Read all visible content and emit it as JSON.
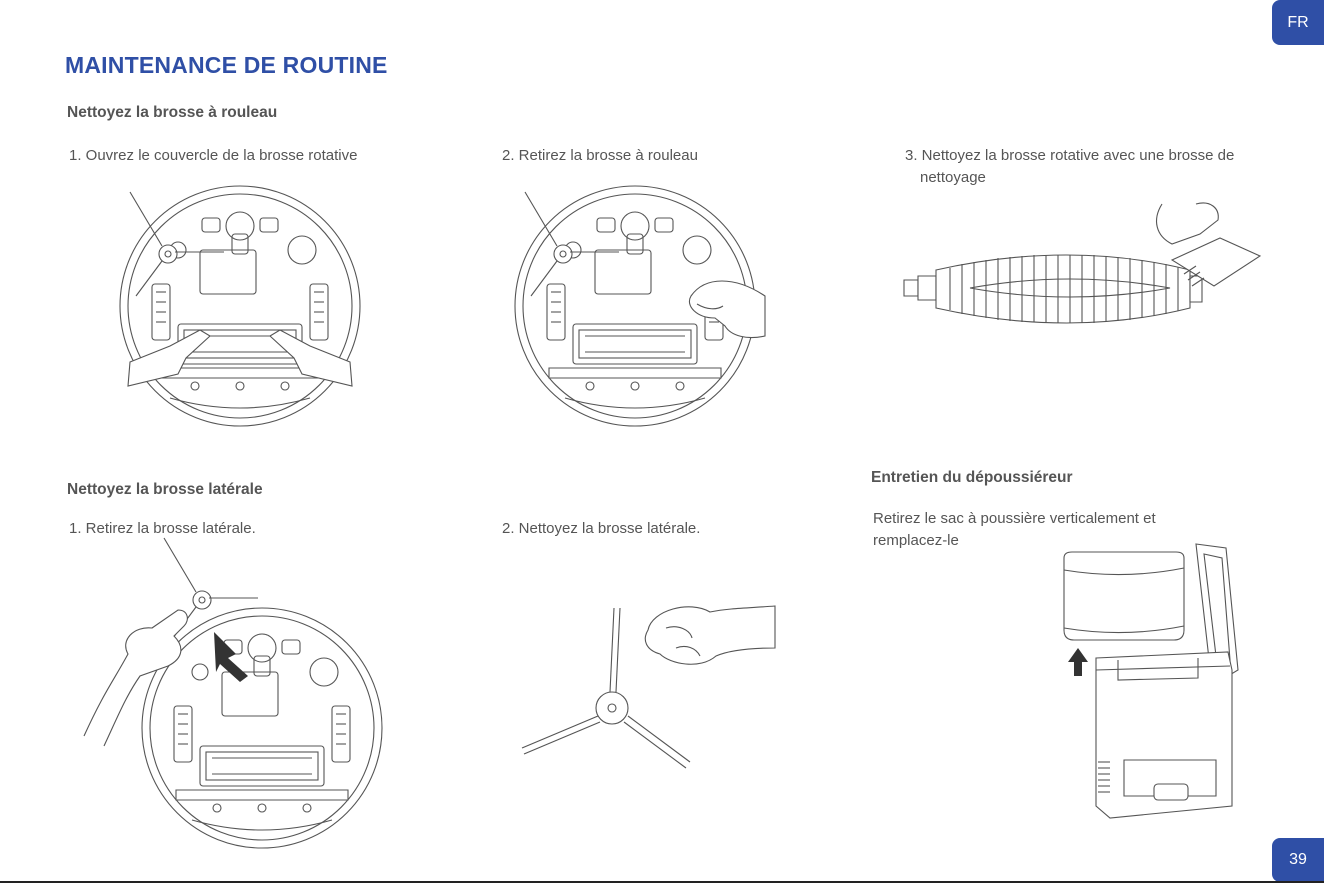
{
  "header": {
    "title": "MAINTENANCE DE ROUTINE",
    "lang_tab": "FR",
    "page_number": "39"
  },
  "section_roller": {
    "heading": "Nettoyez la brosse à rouleau",
    "steps": [
      "1. Ouvrez le couvercle de la brosse rotative",
      "2. Retirez la brosse à rouleau",
      "3. Nettoyez la brosse rotative avec une brosse de",
      "nettoyage"
    ]
  },
  "section_side": {
    "heading": "Nettoyez la brosse latérale",
    "steps": [
      "1. Retirez la brosse latérale.",
      "2. Nettoyez la brosse latérale."
    ]
  },
  "section_dust": {
    "heading": "Entretien du dépoussiéreur",
    "lines": [
      "Retirez le sac à poussière verticalement et",
      "remplacez-le"
    ]
  },
  "colors": {
    "accent": "#2f4fa6",
    "text": "#555555",
    "line_art": "#555555"
  }
}
